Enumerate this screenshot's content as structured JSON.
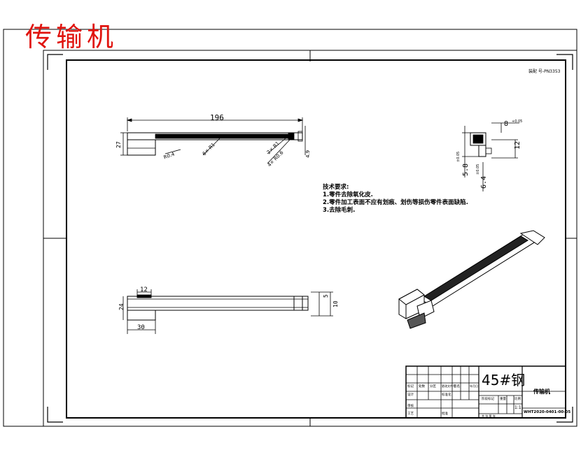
{
  "header": {
    "title": "传输机"
  },
  "corner_stamp": "装配 号-PN3353",
  "tech_requirements": {
    "heading": "技术要求:",
    "items": [
      "1.零件去除氧化皮.",
      "2.零件加工表面不应有划痕、划伤等损伤零件表面缺陷.",
      "3.去除毛刺."
    ]
  },
  "dimensions": {
    "top_view": {
      "length": "196",
      "height": "27",
      "d1": "R0.4",
      "d2": "6× R1",
      "d3": "2× R1",
      "d4": "4× R0.6",
      "d5": "4.9"
    },
    "side_view": {
      "top_width": "12",
      "height": "24",
      "bottom_width": "30",
      "right_a": "5",
      "right_b": "10"
    },
    "detail_view": {
      "w1": "8",
      "w1_tol": "+0.05",
      "h1": "12",
      "h2": "5.8",
      "h2_tol": "±0.05",
      "h3": "6.4",
      "h3_tol": "±0.05"
    }
  },
  "title_block": {
    "material": "45#钢",
    "part_name": "传输机",
    "drawing_no": "WHT2020-0401-00-05",
    "scale": "1:1",
    "row_labels_left": [
      "标记",
      "处数",
      "分区",
      "更改文件号",
      "签名",
      "年月日"
    ],
    "row_labels_left2": [
      "设计",
      "标准化"
    ],
    "row_labels_bottom": [
      "审核",
      "工艺",
      "批准"
    ],
    "stage_labels": [
      "阶段标记",
      "重量",
      "比例"
    ],
    "sheet": "共 张 第 张"
  }
}
